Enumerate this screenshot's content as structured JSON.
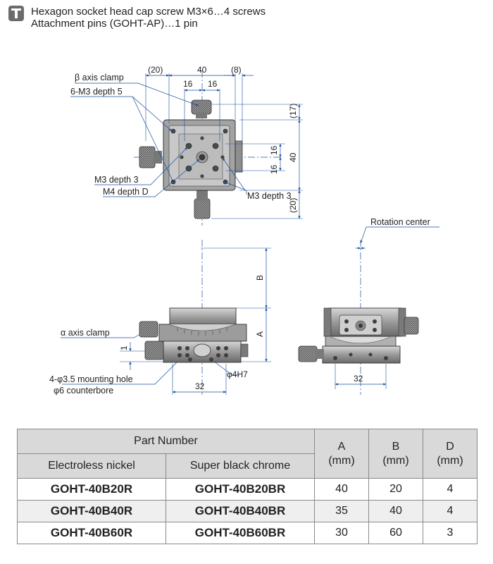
{
  "notes": {
    "icon": "bag-icon",
    "lines": [
      "Hexagon socket head cap screw M3×6…4 screws",
      "Attachment pins (GOHT-AP)…1 pin"
    ]
  },
  "top_view": {
    "labels": {
      "beta_clamp": "β axis clamp",
      "m3_depth5": "6-M3 depth 5",
      "m3_depth3_left": "M3 depth 3",
      "m4_depthD": "M4 depth D",
      "m3_depth3_right": "M3 depth 3"
    },
    "dims": {
      "d20_top": "(20)",
      "d40_top": "40",
      "d8_top": "(8)",
      "d16_a": "16",
      "d16_b": "16",
      "d17_right": "(17)",
      "d16_c": "16",
      "d16_d": "16",
      "d40_right": "40",
      "d20_right": "(20)"
    }
  },
  "front_view": {
    "labels": {
      "alpha_clamp": "α axis clamp",
      "mount_hole": "4-φ3.5 mounting hole",
      "counterbore": "φ6 counterbore"
    },
    "dims": {
      "B": "B",
      "A": "A",
      "one": "1",
      "d32": "32",
      "h7": "φ4H7"
    }
  },
  "side_view": {
    "labels": {
      "rotation_center": "Rotation center"
    },
    "dims": {
      "d32": "32"
    }
  },
  "table": {
    "header": {
      "part_number": "Part Number",
      "electroless": "Electroless nickel",
      "black_chrome": "Super black chrome",
      "col_a": "A",
      "col_b": "B",
      "col_d": "D",
      "unit": "(mm)"
    },
    "rows": [
      {
        "nickel": "GOHT-40B20R",
        "chrome": "GOHT-40B20BR",
        "a": "40",
        "b": "20",
        "d": "4"
      },
      {
        "nickel": "GOHT-40B40R",
        "chrome": "GOHT-40B40BR",
        "a": "35",
        "b": "40",
        "d": "4"
      },
      {
        "nickel": "GOHT-40B60R",
        "chrome": "GOHT-40B60BR",
        "a": "30",
        "b": "60",
        "d": "3"
      }
    ]
  },
  "colors": {
    "dim_blue": "#1a4f9c",
    "metal_dark": "#3a3a3a",
    "metal_mid": "#8c8c8c",
    "table_header": "#d9d9d9"
  }
}
